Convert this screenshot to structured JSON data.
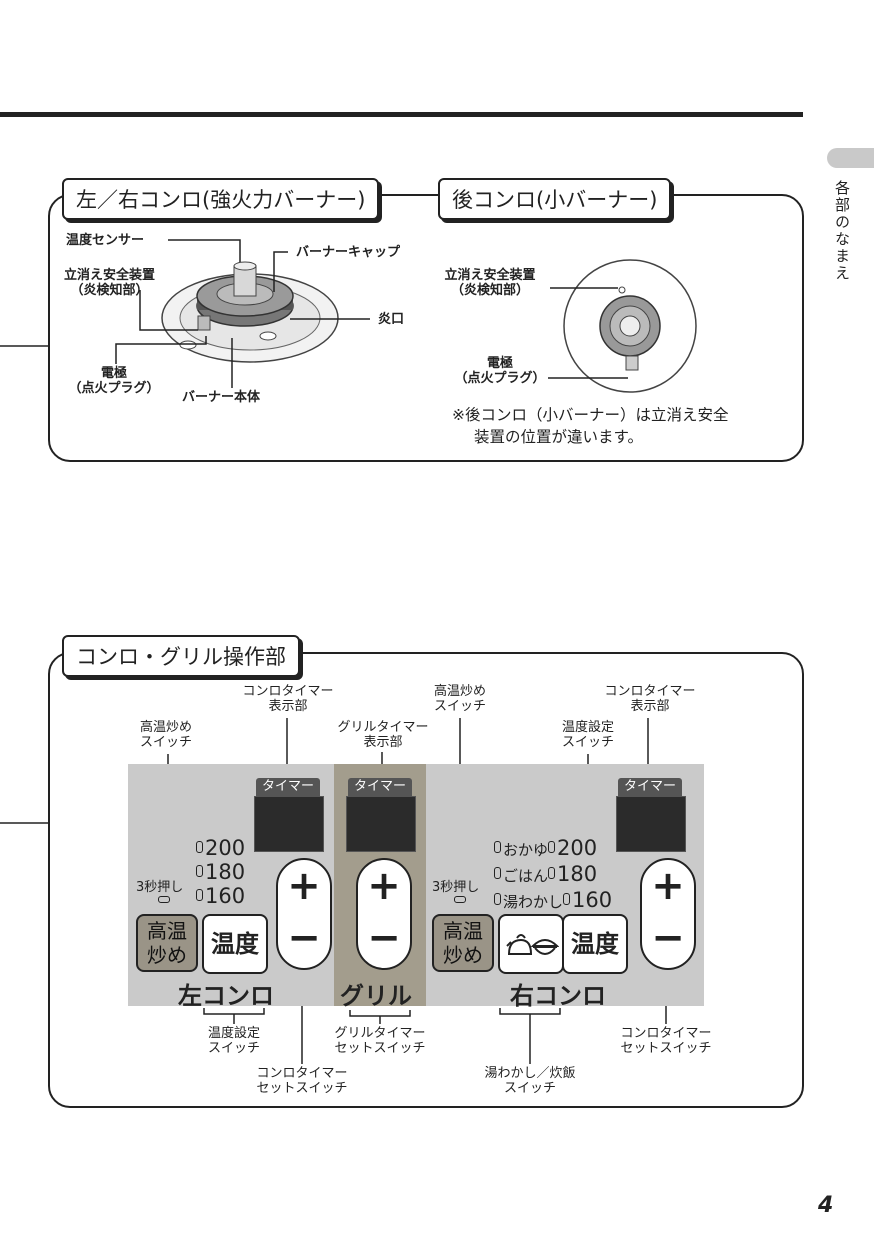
{
  "side_tab": {
    "label": "各部のなまえ"
  },
  "page_number": "4",
  "burner": {
    "title_main": "左／右コンロ(強火力バーナー)",
    "title_rear": "後コンロ(小バーナー)",
    "labels": {
      "temp_sensor": "温度センサー",
      "burner_cap": "バーナーキャップ",
      "safety_device_1": "立消え安全装置",
      "safety_device_2": "（炎検知部）",
      "flame_port": "炎口",
      "electrode_1": "電極",
      "electrode_2": "（点火プラグ）",
      "burner_body": "バーナー本体",
      "rear_safety_1": "立消え安全装置",
      "rear_safety_2": "（炎検知部）",
      "rear_electrode_1": "電極",
      "rear_electrode_2": "（点火プラグ）"
    },
    "note_line1": "※後コンロ（小バーナー）は立消え安全",
    "note_line2": "装置の位置が違います。"
  },
  "panel": {
    "title": "コンロ・グリル操作部",
    "callouts": {
      "konro_timer_disp_1": "コンロタイマー",
      "konro_timer_disp_2": "表示部",
      "grill_timer_disp_1": "グリルタイマー",
      "grill_timer_disp_2": "表示部",
      "hot_switch_l_1": "高温炒め",
      "hot_switch_l_2": "スイッチ",
      "hot_switch_r_1": "高温炒め",
      "hot_switch_r_2": "スイッチ",
      "konro_timer_disp_r_1": "コンロタイマー",
      "konro_timer_disp_r_2": "表示部",
      "temp_switch_r_1": "温度設定",
      "temp_switch_r_2": "スイッチ",
      "temp_switch_l_1": "温度設定",
      "temp_switch_l_2": "スイッチ",
      "konro_timer_set_l_1": "コンロタイマー",
      "konro_timer_set_l_2": "セットスイッチ",
      "grill_timer_set_1": "グリルタイマー",
      "grill_timer_set_2": "セットスイッチ",
      "kettle_switch_1": "湯わかし／炊飯",
      "kettle_switch_2": "スイッチ",
      "konro_timer_set_r_1": "コンロタイマー",
      "konro_timer_set_r_2": "セットスイッチ"
    },
    "timer_tab": "タイマー",
    "plus": "+",
    "minus": "−",
    "left": {
      "levels": [
        "200",
        "180",
        "160"
      ],
      "press": "3秒押し",
      "hot_1": "高温",
      "hot_2": "炒め",
      "temp_btn": "温度",
      "zone": "左コンロ"
    },
    "grill": {
      "zone": "グリル"
    },
    "right": {
      "modes": [
        "おかゆ",
        "ごはん",
        "湯わかし"
      ],
      "levels": [
        "200",
        "180",
        "160"
      ],
      "press": "3秒押し",
      "hot_1": "高温",
      "hot_2": "炒め",
      "temp_btn": "温度",
      "zone": "右コンロ"
    }
  }
}
